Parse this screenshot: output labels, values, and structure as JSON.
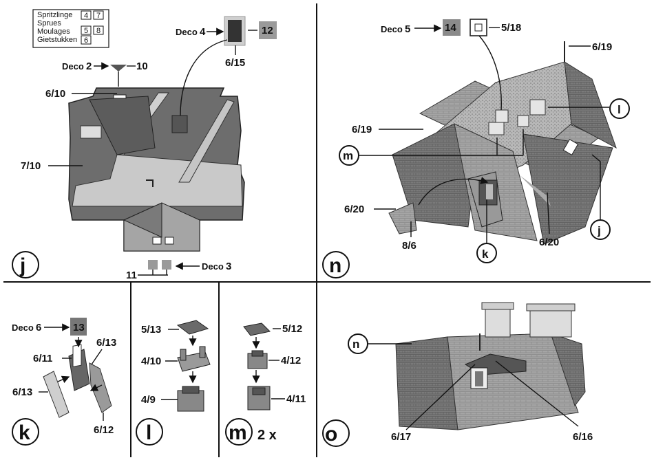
{
  "legend": {
    "sprue_names": [
      "Spritzlinge",
      "Sprues",
      "Moulages",
      "Gietstukken"
    ],
    "sprue_numbers": [
      "4",
      "7",
      "5",
      "8",
      "6"
    ]
  },
  "panel_j": {
    "step": "j",
    "deco_4": "Deco",
    "deco_4_num": "4",
    "part_12": "12",
    "part_6_15": "6/15",
    "deco_2": "Deco",
    "deco_2_num": "2",
    "part_10": "10",
    "part_6_10": "6/10",
    "part_7_10": "7/10",
    "part_11": "11",
    "deco_3": "Deco",
    "deco_3_num": "3"
  },
  "panel_n": {
    "step": "n",
    "deco_5": "Deco",
    "deco_5_num": "5",
    "part_14": "14",
    "part_5_18": "5/18",
    "part_6_19_top": "6/19",
    "ref_l": "l",
    "part_6_19_left": "6/19",
    "ref_m": "m",
    "part_6_20_left": "6/20",
    "part_8_6": "8/6",
    "ref_k": "k",
    "part_6_20_right": "6/20",
    "ref_j": "j"
  },
  "panel_k": {
    "step": "k",
    "deco_6": "Deco",
    "deco_6_num": "6",
    "part_13": "13",
    "part_6_11": "6/11",
    "part_6_13_right": "6/13",
    "part_6_13_left": "6/13",
    "part_6_12": "6/12"
  },
  "panel_l": {
    "step": "l",
    "part_5_13": "5/13",
    "part_4_10": "4/10",
    "part_4_9": "4/9"
  },
  "panel_m": {
    "step": "m",
    "multiplier": "2 x",
    "part_5_12": "5/12",
    "part_4_12": "4/12",
    "part_4_11": "4/11"
  },
  "panel_o": {
    "step": "o",
    "ref_n": "n",
    "part_6_17": "6/17",
    "part_6_16": "6/16"
  },
  "colors": {
    "ink": "#111111",
    "roof_dark": "#6a6a6a",
    "roof_light": "#cfcfcf",
    "gray_mid": "#9a9a9a"
  }
}
